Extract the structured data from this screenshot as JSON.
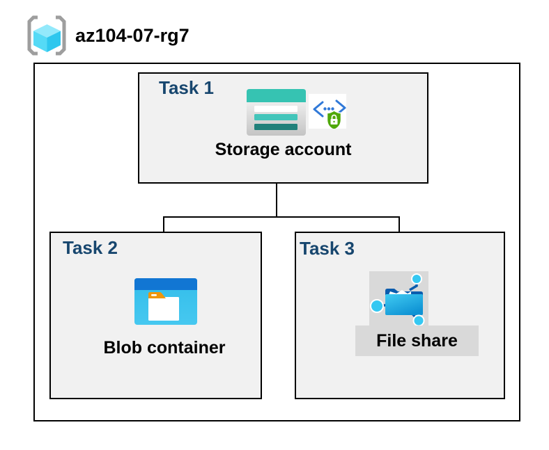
{
  "title": "az104-07-rg7",
  "resource_group": {
    "icon": "resource-group-icon"
  },
  "tasks": {
    "task1": {
      "label": "Task 1",
      "item": "Storage account",
      "icons": [
        "storage-account-icon",
        "shared-access-signature-icon"
      ]
    },
    "task2": {
      "label": "Task 2",
      "item": "Blob container",
      "icons": [
        "blob-container-icon"
      ]
    },
    "task3": {
      "label": "Task 3",
      "item": "File share",
      "icons": [
        "file-share-icon"
      ]
    }
  },
  "colors": {
    "task_label_navy": "#17466E",
    "box_fill": "#F1F1F1",
    "outline": "#000000",
    "storage_teal": "#36C3B2",
    "storage_teal_dark": "#20807A",
    "blob_header_blue": "#1176D3",
    "cyan": "#35C8F2",
    "file_navy": "#0B5CAD",
    "folder_orange": "#F09609",
    "shield_green": "#4FA80A",
    "code_blue": "#3079D8",
    "gray_highlight": "#D9D9D9",
    "bracket_gray": "#9E9E9E"
  }
}
